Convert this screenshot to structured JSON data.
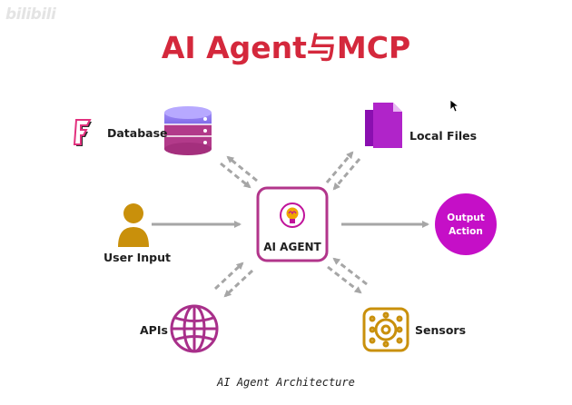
{
  "watermark": "bilibili",
  "title": "AI Agent与MCP",
  "center": {
    "label": "AI AGENT"
  },
  "nodes": {
    "database": "Database",
    "local_files": "Local Files",
    "user_input": "User Input",
    "output_action": [
      "Output",
      "Action"
    ],
    "apis": "APIs",
    "sensors": "Sensors"
  },
  "caption": "AI Agent Architecture",
  "colors": {
    "title": "#d4283c",
    "agent_border": "#b2358b",
    "purple": "#8a0fb0",
    "magenta": "#c50fc7",
    "gold": "#c9900b",
    "arrow_gray": "#a6a6a6"
  },
  "icons": [
    "figma-like-logo-icon",
    "database-icon",
    "files-icon",
    "user-icon",
    "globe-icon",
    "sensor-chip-icon",
    "lightbulb-brain-icon",
    "cursor-icon"
  ]
}
